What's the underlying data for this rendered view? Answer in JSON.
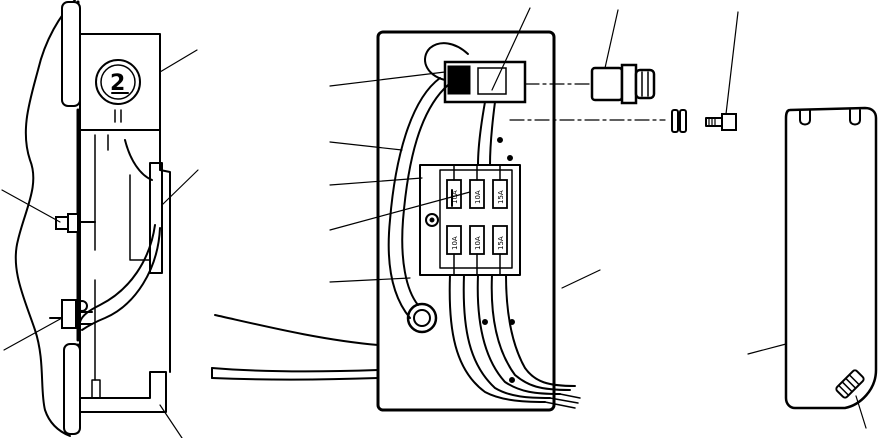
{
  "figure": {
    "gauge_number": "2",
    "fuse_labels": [
      "10A",
      "10A",
      "15A",
      "10A",
      "10A",
      "15A"
    ],
    "ink_color": "#000000",
    "paper_color": "#ffffff"
  }
}
